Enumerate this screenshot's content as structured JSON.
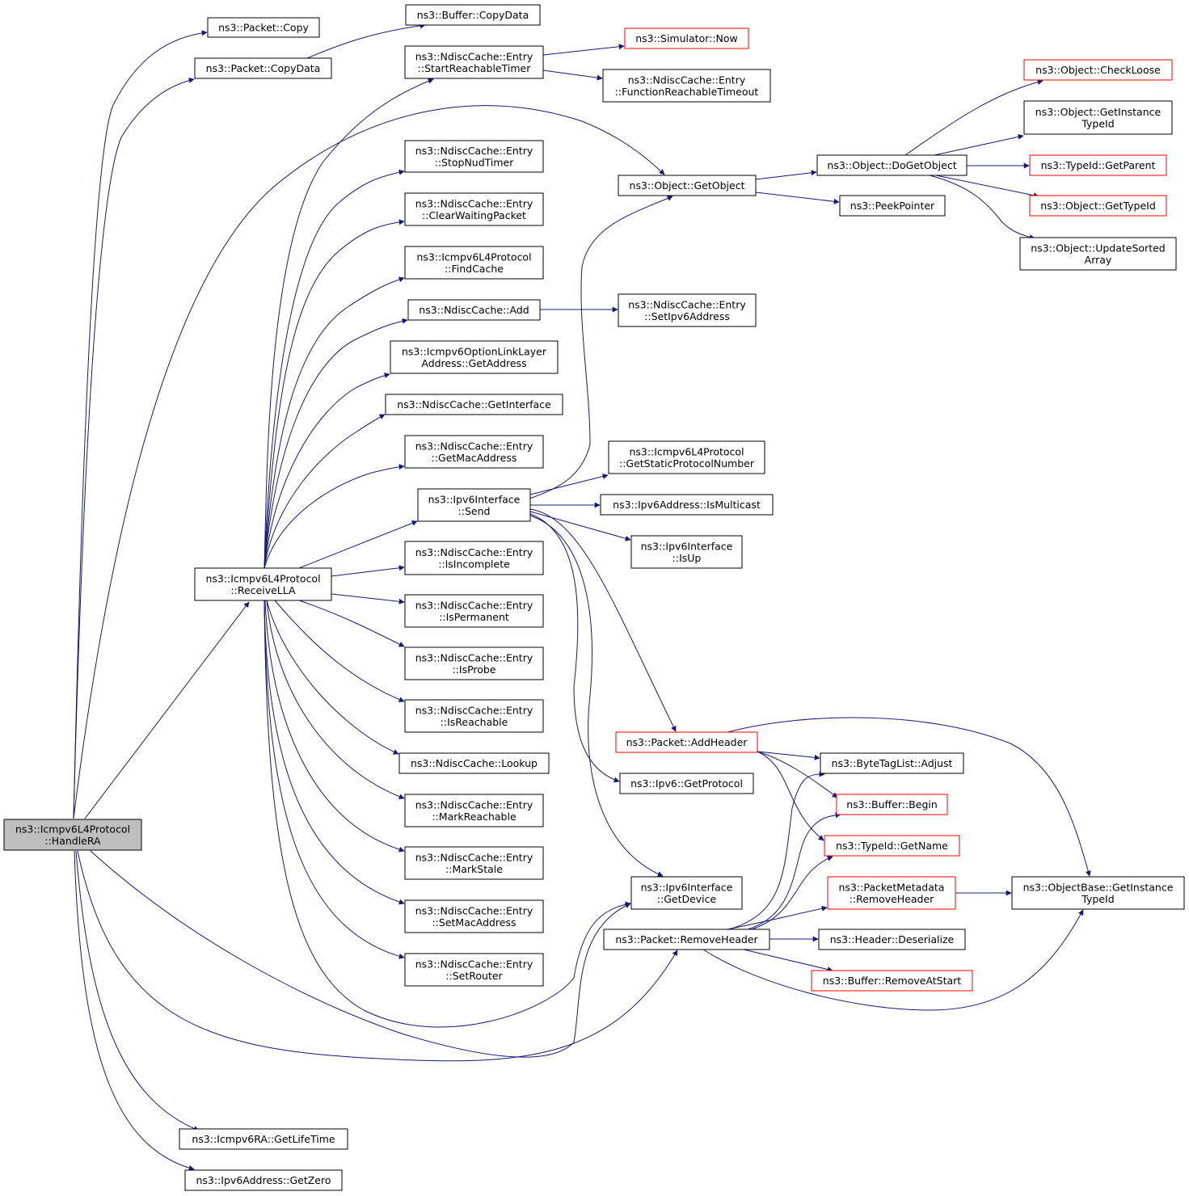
{
  "nodes": [
    {
      "id": "handle_ra",
      "lines": [
        "ns3::Icmpv6L4Protocol",
        "::HandleRA"
      ],
      "style": "root"
    },
    {
      "id": "packet_copy",
      "lines": [
        "ns3::Packet::Copy"
      ],
      "style": "black"
    },
    {
      "id": "packet_copydata",
      "lines": [
        "ns3::Packet::CopyData"
      ],
      "style": "black"
    },
    {
      "id": "buffer_copydata",
      "lines": [
        "ns3::Buffer::CopyData"
      ],
      "style": "black"
    },
    {
      "id": "start_reachable_timer",
      "lines": [
        "ns3::NdiscCache::Entry",
        "::StartReachableTimer"
      ],
      "style": "black"
    },
    {
      "id": "simulator_now",
      "lines": [
        "ns3::Simulator::Now"
      ],
      "style": "red"
    },
    {
      "id": "function_reachable_timeout",
      "lines": [
        "ns3::NdiscCache::Entry",
        "::FunctionReachableTimeout"
      ],
      "style": "black"
    },
    {
      "id": "stop_nud_timer",
      "lines": [
        "ns3::NdiscCache::Entry",
        "::StopNudTimer"
      ],
      "style": "black"
    },
    {
      "id": "object_getobject",
      "lines": [
        "ns3::Object::GetObject"
      ],
      "style": "black"
    },
    {
      "id": "object_dogetobject",
      "lines": [
        "ns3::Object::DoGetObject"
      ],
      "style": "black"
    },
    {
      "id": "object_checkloose",
      "lines": [
        "ns3::Object::CheckLoose"
      ],
      "style": "red"
    },
    {
      "id": "object_getinstancetypeid",
      "lines": [
        "ns3::Object::GetInstance",
        "TypeId"
      ],
      "style": "black"
    },
    {
      "id": "typeid_getparent",
      "lines": [
        "ns3::TypeId::GetParent"
      ],
      "style": "red"
    },
    {
      "id": "object_gettypeid",
      "lines": [
        "ns3::Object::GetTypeId"
      ],
      "style": "red"
    },
    {
      "id": "object_updatesortedarray",
      "lines": [
        "ns3::Object::UpdateSorted",
        "Array"
      ],
      "style": "black"
    },
    {
      "id": "peek_pointer",
      "lines": [
        "ns3::PeekPointer"
      ],
      "style": "black"
    },
    {
      "id": "clear_waiting_packet",
      "lines": [
        "ns3::NdiscCache::Entry",
        "::ClearWaitingPacket"
      ],
      "style": "black"
    },
    {
      "id": "find_cache",
      "lines": [
        "ns3::Icmpv6L4Protocol",
        "::FindCache"
      ],
      "style": "black"
    },
    {
      "id": "ndisc_add",
      "lines": [
        "ns3::NdiscCache::Add"
      ],
      "style": "black"
    },
    {
      "id": "set_ipv6_address",
      "lines": [
        "ns3::NdiscCache::Entry",
        "::SetIpv6Address"
      ],
      "style": "black"
    },
    {
      "id": "option_link_layer_getaddress",
      "lines": [
        "ns3::Icmpv6OptionLinkLayer",
        "Address::GetAddress"
      ],
      "style": "black"
    },
    {
      "id": "ndisc_getinterface",
      "lines": [
        "ns3::NdiscCache::GetInterface"
      ],
      "style": "black"
    },
    {
      "id": "get_mac_address",
      "lines": [
        "ns3::NdiscCache::Entry",
        "::GetMacAddress"
      ],
      "style": "black"
    },
    {
      "id": "ipv6interface_send",
      "lines": [
        "ns3::Ipv6Interface",
        "::Send"
      ],
      "style": "black"
    },
    {
      "id": "get_static_protocol_number",
      "lines": [
        "ns3::Icmpv6L4Protocol",
        "::GetStaticProtocolNumber"
      ],
      "style": "black"
    },
    {
      "id": "ipv6address_ismulticast",
      "lines": [
        "ns3::Ipv6Address::IsMulticast"
      ],
      "style": "black"
    },
    {
      "id": "ipv6interface_isup",
      "lines": [
        "ns3::Ipv6Interface",
        "::IsUp"
      ],
      "style": "black"
    },
    {
      "id": "receive_lla",
      "lines": [
        "ns3::Icmpv6L4Protocol",
        "::ReceiveLLA"
      ],
      "style": "black"
    },
    {
      "id": "is_incomplete",
      "lines": [
        "ns3::NdiscCache::Entry",
        "::IsIncomplete"
      ],
      "style": "black"
    },
    {
      "id": "is_permanent",
      "lines": [
        "ns3::NdiscCache::Entry",
        "::IsPermanent"
      ],
      "style": "black"
    },
    {
      "id": "is_probe",
      "lines": [
        "ns3::NdiscCache::Entry",
        "::IsProbe"
      ],
      "style": "black"
    },
    {
      "id": "is_reachable",
      "lines": [
        "ns3::NdiscCache::Entry",
        "::IsReachable"
      ],
      "style": "black"
    },
    {
      "id": "packet_addheader",
      "lines": [
        "ns3::Packet::AddHeader"
      ],
      "style": "red"
    },
    {
      "id": "ndisc_lookup",
      "lines": [
        "ns3::NdiscCache::Lookup"
      ],
      "style": "black"
    },
    {
      "id": "bytetaglist_adjust",
      "lines": [
        "ns3::ByteTagList::Adjust"
      ],
      "style": "black"
    },
    {
      "id": "ipv6_getprotocol",
      "lines": [
        "ns3::Ipv6::GetProtocol"
      ],
      "style": "black"
    },
    {
      "id": "buffer_begin",
      "lines": [
        "ns3::Buffer::Begin"
      ],
      "style": "red"
    },
    {
      "id": "mark_reachable",
      "lines": [
        "ns3::NdiscCache::Entry",
        "::MarkReachable"
      ],
      "style": "black"
    },
    {
      "id": "typeid_getname",
      "lines": [
        "ns3::TypeId::GetName"
      ],
      "style": "red"
    },
    {
      "id": "mark_stale",
      "lines": [
        "ns3::NdiscCache::Entry",
        "::MarkStale"
      ],
      "style": "black"
    },
    {
      "id": "ipv6interface_getdevice",
      "lines": [
        "ns3::Ipv6Interface",
        "::GetDevice"
      ],
      "style": "black"
    },
    {
      "id": "packetmetadata_removeheader",
      "lines": [
        "ns3::PacketMetadata",
        "::RemoveHeader"
      ],
      "style": "red"
    },
    {
      "id": "objectbase_getinstancetypeid",
      "lines": [
        "ns3::ObjectBase::GetInstance",
        "TypeId"
      ],
      "style": "black"
    },
    {
      "id": "set_mac_address",
      "lines": [
        "ns3::NdiscCache::Entry",
        "::SetMacAddress"
      ],
      "style": "black"
    },
    {
      "id": "packet_removeheader",
      "lines": [
        "ns3::Packet::RemoveHeader"
      ],
      "style": "black"
    },
    {
      "id": "header_deserialize",
      "lines": [
        "ns3::Header::Deserialize"
      ],
      "style": "black"
    },
    {
      "id": "set_router",
      "lines": [
        "ns3::NdiscCache::Entry",
        "::SetRouter"
      ],
      "style": "black"
    },
    {
      "id": "buffer_removeatstart",
      "lines": [
        "ns3::Buffer::RemoveAtStart"
      ],
      "style": "red"
    },
    {
      "id": "icmpv6ra_getlifetime",
      "lines": [
        "ns3::Icmpv6RA::GetLifeTime"
      ],
      "style": "black"
    },
    {
      "id": "ipv6address_getzero",
      "lines": [
        "ns3::Ipv6Address::GetZero"
      ],
      "style": "black"
    }
  ],
  "edges": [
    [
      "handle_ra",
      "packet_copy"
    ],
    [
      "handle_ra",
      "packet_copydata"
    ],
    [
      "handle_ra",
      "object_getobject"
    ],
    [
      "handle_ra",
      "receive_lla"
    ],
    [
      "handle_ra",
      "ipv6interface_getdevice"
    ],
    [
      "handle_ra",
      "packet_removeheader"
    ],
    [
      "handle_ra",
      "icmpv6ra_getlifetime"
    ],
    [
      "handle_ra",
      "ipv6address_getzero"
    ],
    [
      "packet_copydata",
      "buffer_copydata"
    ],
    [
      "start_reachable_timer",
      "simulator_now"
    ],
    [
      "start_reachable_timer",
      "function_reachable_timeout"
    ],
    [
      "object_getobject",
      "object_dogetobject"
    ],
    [
      "object_getobject",
      "peek_pointer"
    ],
    [
      "object_dogetobject",
      "object_checkloose"
    ],
    [
      "object_dogetobject",
      "object_getinstancetypeid"
    ],
    [
      "object_dogetobject",
      "typeid_getparent"
    ],
    [
      "object_dogetobject",
      "object_gettypeid"
    ],
    [
      "object_dogetobject",
      "object_updatesortedarray"
    ],
    [
      "ndisc_add",
      "set_ipv6_address"
    ],
    [
      "receive_lla",
      "start_reachable_timer"
    ],
    [
      "receive_lla",
      "stop_nud_timer"
    ],
    [
      "receive_lla",
      "clear_waiting_packet"
    ],
    [
      "receive_lla",
      "find_cache"
    ],
    [
      "receive_lla",
      "ndisc_add"
    ],
    [
      "receive_lla",
      "option_link_layer_getaddress"
    ],
    [
      "receive_lla",
      "ndisc_getinterface"
    ],
    [
      "receive_lla",
      "get_mac_address"
    ],
    [
      "receive_lla",
      "ipv6interface_send"
    ],
    [
      "receive_lla",
      "is_incomplete"
    ],
    [
      "receive_lla",
      "is_permanent"
    ],
    [
      "receive_lla",
      "is_probe"
    ],
    [
      "receive_lla",
      "is_reachable"
    ],
    [
      "receive_lla",
      "ndisc_lookup"
    ],
    [
      "receive_lla",
      "mark_reachable"
    ],
    [
      "receive_lla",
      "mark_stale"
    ],
    [
      "receive_lla",
      "set_mac_address"
    ],
    [
      "receive_lla",
      "set_router"
    ],
    [
      "receive_lla",
      "ipv6interface_getdevice"
    ],
    [
      "ipv6interface_send",
      "object_getobject"
    ],
    [
      "ipv6interface_send",
      "get_static_protocol_number"
    ],
    [
      "ipv6interface_send",
      "ipv6address_ismulticast"
    ],
    [
      "ipv6interface_send",
      "ipv6interface_isup"
    ],
    [
      "ipv6interface_send",
      "packet_addheader"
    ],
    [
      "ipv6interface_send",
      "ipv6_getprotocol"
    ],
    [
      "ipv6interface_send",
      "ipv6interface_getdevice"
    ],
    [
      "packet_addheader",
      "bytetaglist_adjust"
    ],
    [
      "packet_addheader",
      "buffer_begin"
    ],
    [
      "packet_addheader",
      "typeid_getname"
    ],
    [
      "packet_addheader",
      "objectbase_getinstancetypeid"
    ],
    [
      "packet_removeheader",
      "bytetaglist_adjust"
    ],
    [
      "packet_removeheader",
      "buffer_begin"
    ],
    [
      "packet_removeheader",
      "typeid_getname"
    ],
    [
      "packet_removeheader",
      "packetmetadata_removeheader"
    ],
    [
      "packet_removeheader",
      "header_deserialize"
    ],
    [
      "packet_removeheader",
      "buffer_removeatstart"
    ],
    [
      "packet_removeheader",
      "objectbase_getinstancetypeid"
    ],
    [
      "packetmetadata_removeheader",
      "objectbase_getinstancetypeid"
    ]
  ]
}
